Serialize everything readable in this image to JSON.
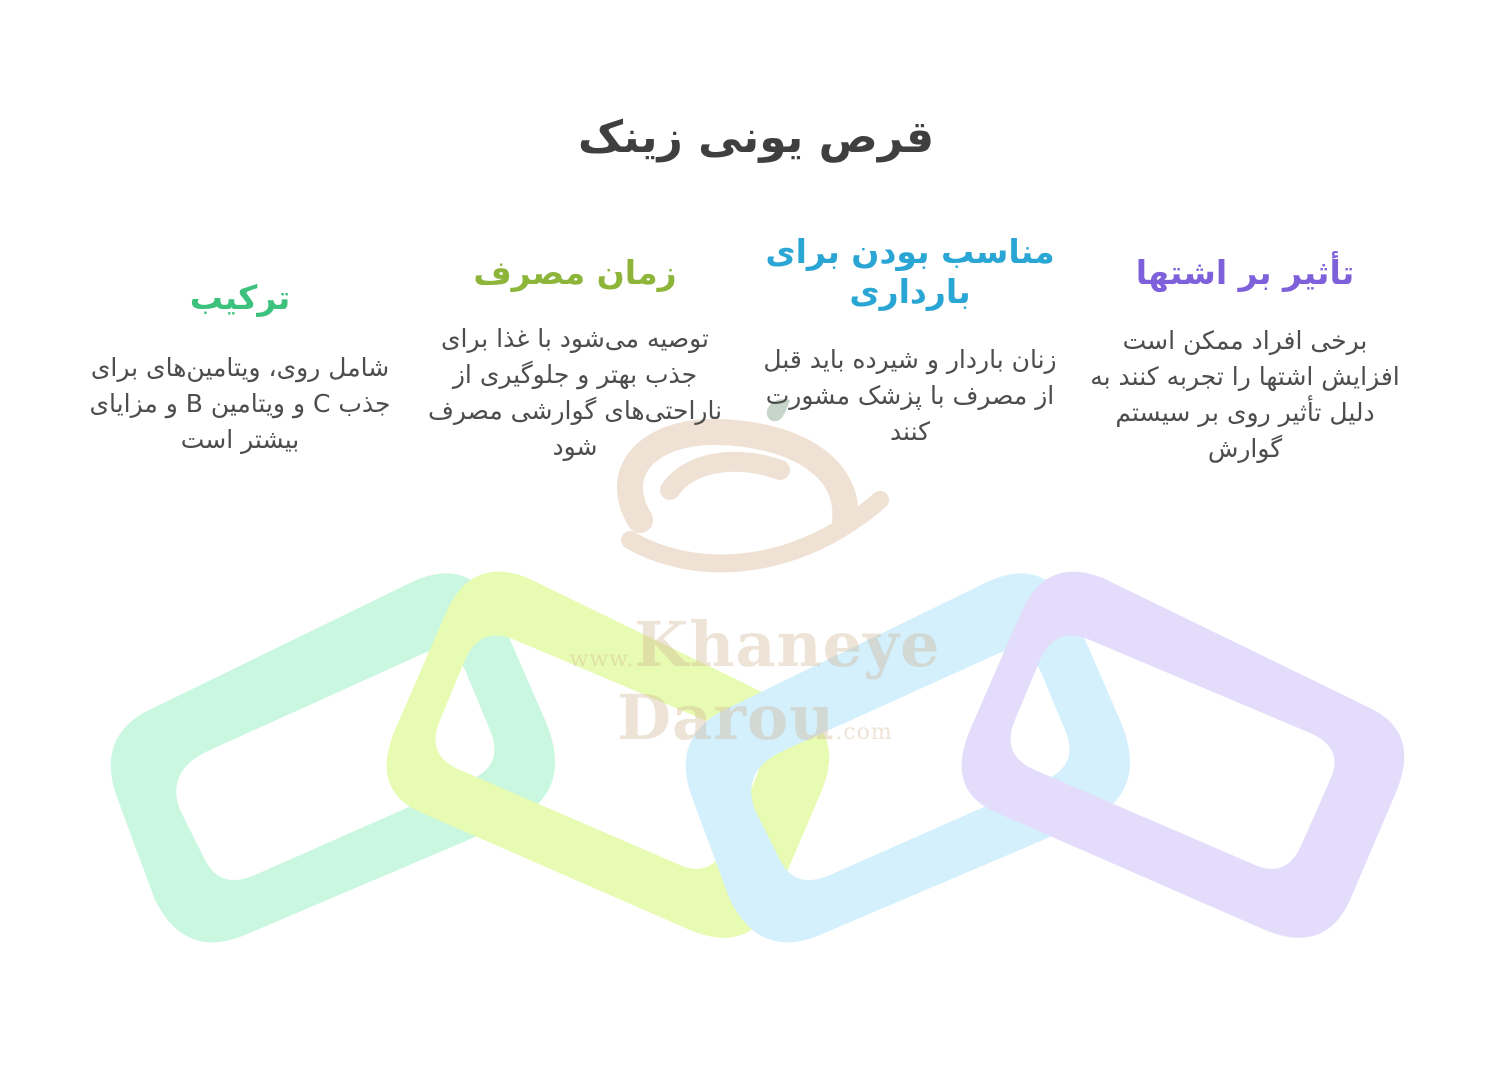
{
  "title": "قرص یونی زینک",
  "watermark": {
    "prefix": "www.",
    "brand": "Khaneye Darou",
    "suffix": ".com"
  },
  "colors": {
    "link1": "#c9f7df",
    "link2": "#e8fbb2",
    "link3": "#d4f0fc",
    "link4": "#e4dcfb",
    "heading1": "#3cc27c",
    "heading2": "#8cb53a",
    "heading3": "#2aa6d5",
    "heading4": "#7e60da"
  },
  "cards": [
    {
      "heading": "ترکیب",
      "text": "شامل روی، ویتامین‌های برای جذب C و ویتامین B و مزایای بیشتر است"
    },
    {
      "heading": "زمان مصرف",
      "text": "توصیه می‌شود با غذا برای جذب بهتر و جلوگیری از ناراحتی‌های گوارشی مصرف شود"
    },
    {
      "heading": "مناسب بودن برای بارداری",
      "text": "زنان باردار و شیرده باید قبل از مصرف با پزشک مشورت کنند"
    },
    {
      "heading": "تأثیر بر اشتها",
      "text": "برخی افراد ممکن است افزایش اشتها را تجربه کنند به دلیل تأثیر روی بر سیستم گوارش"
    }
  ]
}
